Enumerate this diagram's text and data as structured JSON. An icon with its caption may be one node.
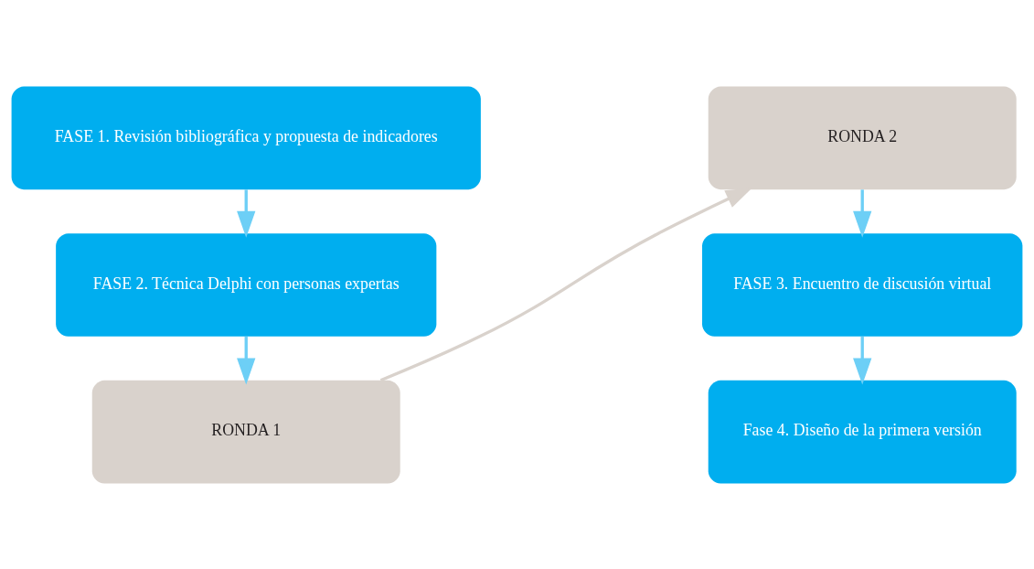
{
  "diagram": {
    "nodes": [
      {
        "text": [
          "FASE 1. Revisión bibliográfica y propuesta de indicadores"
        ]
      },
      {
        "text": [
          "FASE 2. Técnica Delphi con personas expertas"
        ]
      },
      {
        "text": [
          "RONDA 1"
        ]
      },
      {
        "text": [
          "RONDA 2"
        ]
      },
      {
        "text": [
          "FASE 3. Encuentro de discusión virtual"
        ]
      },
      {
        "text": [
          "Fase 4. Diseño de la primera versión"
        ]
      }
    ],
    "edges": [
      {
        "from": 0,
        "to": 1,
        "arrow": "to"
      },
      {
        "from": 1,
        "to": 2,
        "arrow": "to"
      },
      {
        "from": 2,
        "to": 3,
        "arrow": "to",
        "color": "#d9d2cc"
      },
      {
        "from": 3,
        "to": 4,
        "arrow": "to"
      },
      {
        "from": 4,
        "to": 5,
        "arrow": "to"
      }
    ]
  }
}
